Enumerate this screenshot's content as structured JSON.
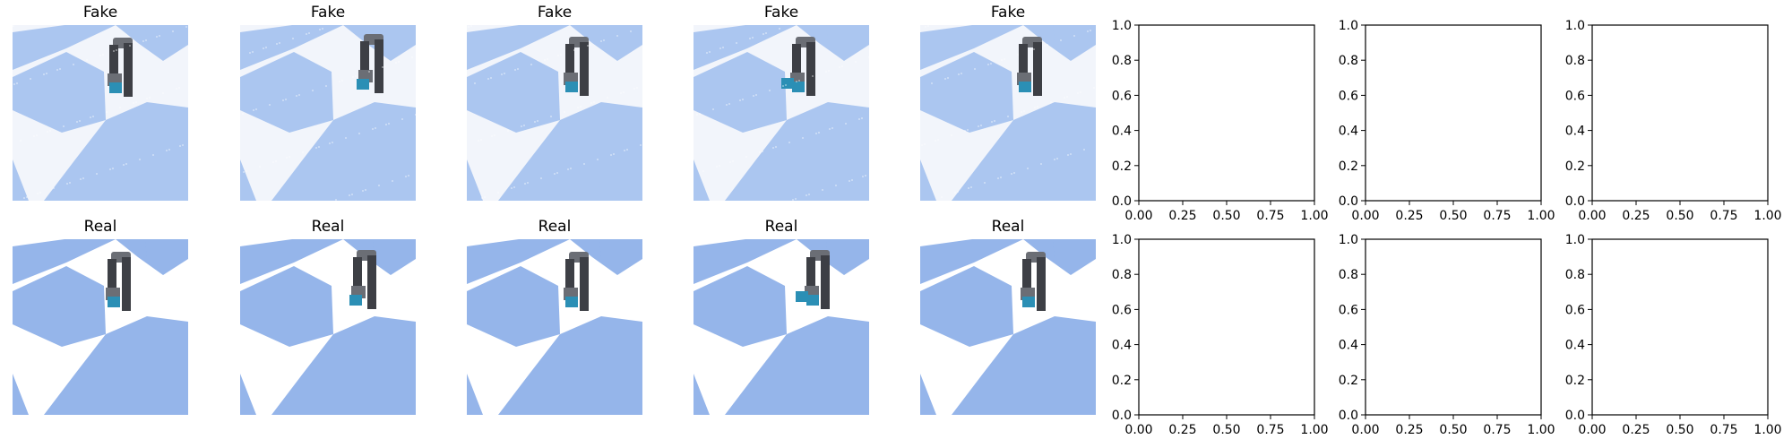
{
  "figure": {
    "fake_title": "Fake",
    "real_title": "Real"
  },
  "colors": {
    "tile_blue_fake": "#abc6f0",
    "tile_white_fake": "#f2f5fb",
    "tile_blue_real": "#95b5ea",
    "tile_white_real": "#ffffff",
    "robot_dark": "#3d3f45",
    "robot_mid": "#6b6e75",
    "robot_cyan": "#2b8fb5"
  },
  "chart_data": [
    {
      "type": "image",
      "row": 0,
      "col": 0,
      "title": "Fake"
    },
    {
      "type": "image",
      "row": 0,
      "col": 1,
      "title": "Fake"
    },
    {
      "type": "image",
      "row": 0,
      "col": 2,
      "title": "Fake"
    },
    {
      "type": "image",
      "row": 0,
      "col": 3,
      "title": "Fake"
    },
    {
      "type": "image",
      "row": 0,
      "col": 4,
      "title": "Fake"
    },
    {
      "type": "image",
      "row": 1,
      "col": 0,
      "title": "Real"
    },
    {
      "type": "image",
      "row": 1,
      "col": 1,
      "title": "Real"
    },
    {
      "type": "image",
      "row": 1,
      "col": 2,
      "title": "Real"
    },
    {
      "type": "image",
      "row": 1,
      "col": 3,
      "title": "Real"
    },
    {
      "type": "image",
      "row": 1,
      "col": 4,
      "title": "Real"
    },
    {
      "type": "empty_axes",
      "row": 0,
      "col": 5,
      "xlim": [
        0,
        1
      ],
      "ylim": [
        0,
        1
      ],
      "xticks": [
        "0.00",
        "0.25",
        "0.50",
        "0.75",
        "1.00"
      ],
      "yticks": [
        "0.0",
        "0.2",
        "0.4",
        "0.6",
        "0.8",
        "1.0"
      ]
    },
    {
      "type": "empty_axes",
      "row": 0,
      "col": 6,
      "xlim": [
        0,
        1
      ],
      "ylim": [
        0,
        1
      ],
      "xticks": [
        "0.00",
        "0.25",
        "0.50",
        "0.75",
        "1.00"
      ],
      "yticks": [
        "0.0",
        "0.2",
        "0.4",
        "0.6",
        "0.8",
        "1.0"
      ]
    },
    {
      "type": "empty_axes",
      "row": 0,
      "col": 7,
      "xlim": [
        0,
        1
      ],
      "ylim": [
        0,
        1
      ],
      "xticks": [
        "0.00",
        "0.25",
        "0.50",
        "0.75",
        "1.00"
      ],
      "yticks": [
        "0.0",
        "0.2",
        "0.4",
        "0.6",
        "0.8",
        "1.0"
      ]
    },
    {
      "type": "empty_axes",
      "row": 1,
      "col": 5,
      "xlim": [
        0,
        1
      ],
      "ylim": [
        0,
        1
      ],
      "xticks": [
        "0.00",
        "0.25",
        "0.50",
        "0.75",
        "1.00"
      ],
      "yticks": [
        "0.0",
        "0.2",
        "0.4",
        "0.6",
        "0.8",
        "1.0"
      ]
    },
    {
      "type": "empty_axes",
      "row": 1,
      "col": 6,
      "xlim": [
        0,
        1
      ],
      "ylim": [
        0,
        1
      ],
      "xticks": [
        "0.00",
        "0.25",
        "0.50",
        "0.75",
        "1.00"
      ],
      "yticks": [
        "0.0",
        "0.2",
        "0.4",
        "0.6",
        "0.8",
        "1.0"
      ]
    },
    {
      "type": "empty_axes",
      "row": 1,
      "col": 7,
      "xlim": [
        0,
        1
      ],
      "ylim": [
        0,
        1
      ],
      "xticks": [
        "0.00",
        "0.25",
        "0.50",
        "0.75",
        "1.00"
      ],
      "yticks": [
        "0.0",
        "0.2",
        "0.4",
        "0.6",
        "0.8",
        "1.0"
      ]
    }
  ]
}
